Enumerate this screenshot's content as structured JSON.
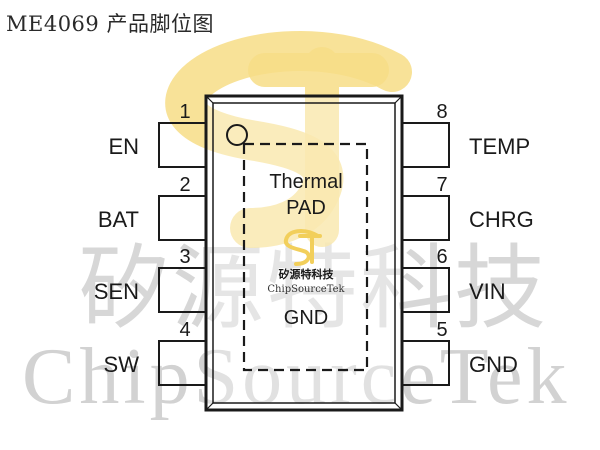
{
  "title": "ME4069 产品脚位图",
  "watermark": {
    "chinese": "矽源特科技",
    "english": "ChipSourceTek"
  },
  "package": {
    "thermal_pad_line1": "Thermal",
    "thermal_pad_line2": "PAD",
    "pad_label": "GND",
    "logo_text_cn": "矽源特科技",
    "logo_text_en": "ChipSourceTek"
  },
  "pins": [
    {
      "number": "1",
      "name": "EN"
    },
    {
      "number": "2",
      "name": "BAT"
    },
    {
      "number": "3",
      "name": "SEN"
    },
    {
      "number": "4",
      "name": "SW"
    },
    {
      "number": "5",
      "name": "GND"
    },
    {
      "number": "6",
      "name": "VIN"
    },
    {
      "number": "7",
      "name": "CHRG"
    },
    {
      "number": "8",
      "name": "TEMP"
    }
  ],
  "colors": {
    "logo_yellow": "#f7dd86",
    "watermark_gray": "#d4d4d4",
    "outline": "#1a1a1a"
  }
}
